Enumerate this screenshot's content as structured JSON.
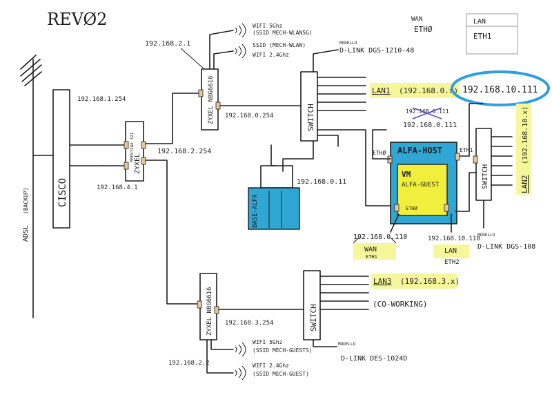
{
  "title": "REVØ2",
  "adsl": {
    "label": "ADSL",
    "note": "(BACKUP)"
  },
  "cisco": {
    "label": "CISCO",
    "ip_top": "192.168.1.254",
    "ip_bottom": "192.168.4.1"
  },
  "zyxel_prestige": {
    "label": "ZYXEL",
    "model": "PRESTIGE 321",
    "ip": "192.168.2.254"
  },
  "zyxel_top": {
    "label": "ZYXEL NBG6616",
    "ip_top": "192.168.2.1",
    "ip_bottom": "192.168.0.254",
    "wifi_5": {
      "band": "WIFI 5Ghz",
      "ssid": "(SSID MECH-WLAN5G)"
    },
    "wifi_24": {
      "band": "WIFI 2.4Ghz",
      "ssid": "SSID (MECH-WLAN)"
    }
  },
  "switch_top": {
    "label": "SWITCH",
    "model_note": "MODELLO",
    "model": "D-LINK DGS-1210-48"
  },
  "lan1": {
    "label": "LAN1",
    "subnet": "(192.168.0.x)"
  },
  "raspi": {
    "label": "BASE-ALFA",
    "ip": "192.168.0.11"
  },
  "alfa_host": {
    "label": "ALFA-HOST",
    "eth0": "ETHØ",
    "eth1": "ETH1",
    "ip_crossed": "192.168.0.111",
    "ip_lower": "192.168.0.111",
    "ip_eth2": "192.168.10.110",
    "eth_label": "ETHØ"
  },
  "vm": {
    "label": "VM",
    "name": "ALFA-GUEST"
  },
  "wan_small": {
    "ip": "192.168.0.110",
    "label": "WAN",
    "port": "ETH1"
  },
  "lan_small": {
    "label": "LAN",
    "port": "ETH2"
  },
  "ip_circled": "192.168.10.111",
  "switch_right": {
    "label": "SWITCH",
    "model_note": "MODELLO",
    "model": "D-LINK DGS-108"
  },
  "lan2": {
    "label": "LAN2",
    "subnet": "(192.168.10.x)"
  },
  "legend_wan": {
    "label": "WAN",
    "port": "ETHØ"
  },
  "legend_lan": {
    "label": "LAN",
    "port": "ETH1"
  },
  "zyxel_bottom": {
    "label": "ZYXEL NBG6616",
    "ip_top": "192.168.3.254",
    "ip_bottom": "192.168.2.2",
    "wifi_5": {
      "band": "WIFI 5Ghz",
      "ssid": "(SSID MECH-GUESTS)"
    },
    "wifi_24": {
      "band": "WIFI 2.4Ghz",
      "ssid": "(SSID MECH-GUEST)"
    }
  },
  "switch_bottom": {
    "label": "SWITCH",
    "model_note": "MODELLO",
    "model": "D-LINK DES-1024D"
  },
  "lan3": {
    "label": "LAN3",
    "subnet": "(192.168.3.x)",
    "note": "(CO-WORKING)"
  },
  "colors": {
    "ink": "#1d1d1d",
    "highlight": "#f6f79a",
    "host_blue": "#2fa6d4",
    "vm_yellow": "#f2ee3c",
    "circle_blue": "#2f9fe0"
  }
}
